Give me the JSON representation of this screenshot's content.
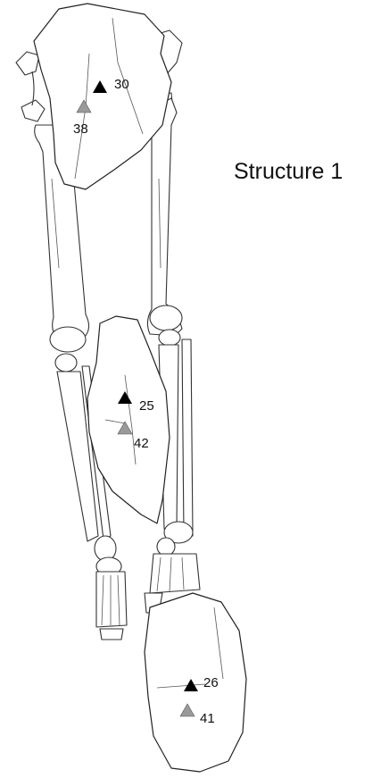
{
  "title": "Structure 1",
  "colors": {
    "black_marker": "#000000",
    "grey_marker": "#9a9a9a",
    "line": "#333333"
  },
  "markers": [
    {
      "label": "30",
      "shade": "black",
      "slab": "upper"
    },
    {
      "label": "38",
      "shade": "grey",
      "slab": "upper"
    },
    {
      "label": "25",
      "shade": "black",
      "slab": "middle"
    },
    {
      "label": "42",
      "shade": "grey",
      "slab": "middle"
    },
    {
      "label": "26",
      "shade": "black",
      "slab": "lower"
    },
    {
      "label": "41",
      "shade": "grey",
      "slab": "lower"
    }
  ]
}
